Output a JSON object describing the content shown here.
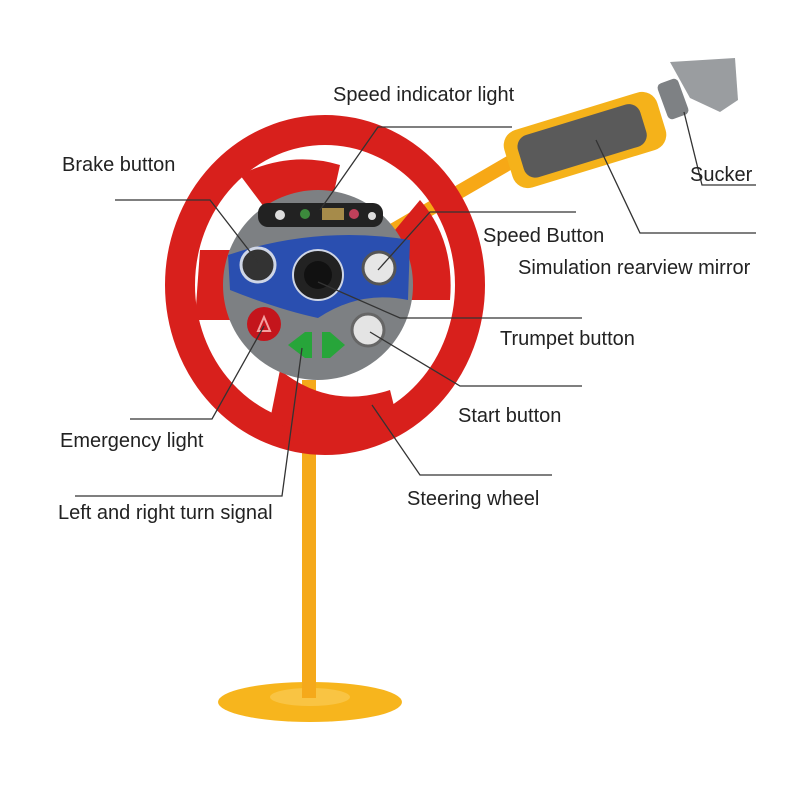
{
  "labels": {
    "speed_indicator_light": "Speed indicator light",
    "brake_button": "Brake button",
    "sucker": "Sucker",
    "speed_button": "Speed Button",
    "rearview_mirror": "Simulation rearview mirror",
    "trumpet_button": "Trumpet button",
    "start_button": "Start button",
    "emergency_light": "Emergency light",
    "turn_signal": "Left and right turn signal",
    "steering_wheel": "Steering wheel"
  },
  "colors": {
    "wheel": "#d8201c",
    "hub": "#7d8083",
    "hub_band": "#2a4fb0",
    "stand": "#f7b51d",
    "mirror_frame": "#f5b21a",
    "mirror_glass": "#555",
    "sucker": "#8c8f92",
    "leader_line": "#333"
  }
}
